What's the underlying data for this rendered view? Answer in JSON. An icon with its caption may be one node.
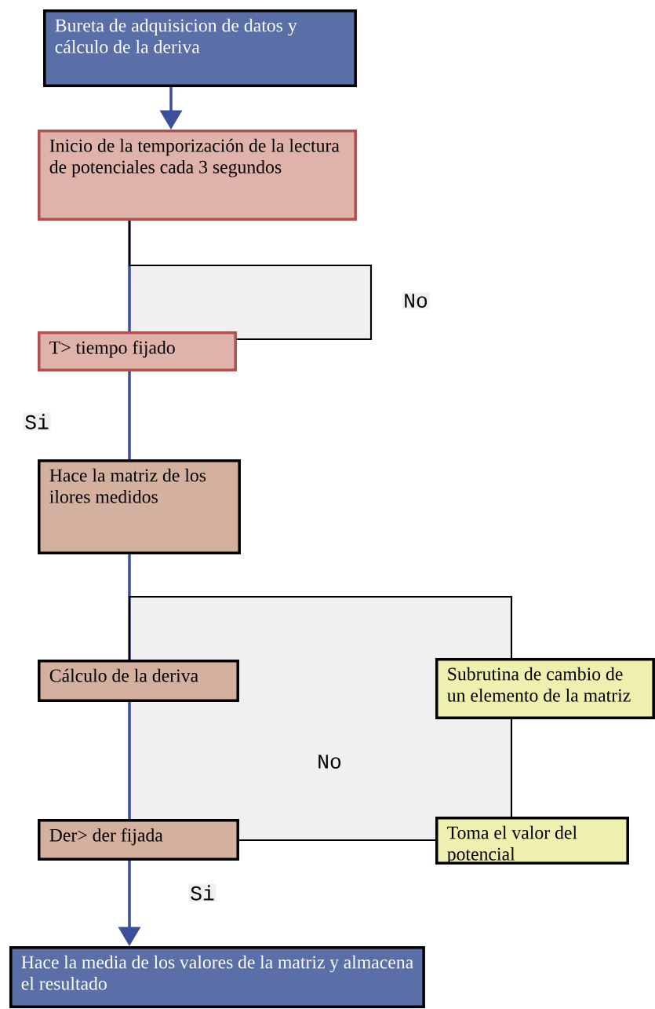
{
  "diagram": {
    "nodes": [
      {
        "text": [
          "Bureta de adquisicion de datos y cálculo de la deriva"
        ]
      },
      {
        "text": [
          "Inicio de la temporización  de la lectura de potenciales cada 3 segundos"
        ]
      },
      {
        "text": [
          "T> tiempo fijado"
        ]
      },
      {
        "text": [
          "Hace la matriz de los ilores medidos"
        ]
      },
      {
        "text": [
          "Cálculo de la deriva"
        ]
      },
      {
        "text": [
          "Subrutina de cambio de un elemento de la matriz"
        ]
      },
      {
        "text": [
          "Der> der fijada"
        ]
      },
      {
        "text": [
          "Toma el valor del potencial"
        ]
      },
      {
        "text": [
          "Hace la media de los valores de la matriz y almacena el resultado"
        ]
      }
    ],
    "edges": [
      {
        "from": 0,
        "to": 1,
        "arrow": "to"
      },
      {
        "from": 1,
        "to": 2,
        "arrow": "none"
      },
      {
        "from": 2,
        "to": 1,
        "arrow": "none",
        "label": "No",
        "color": "#000000"
      },
      {
        "from": 2,
        "to": 3,
        "arrow": "none",
        "label": "Si"
      },
      {
        "from": 3,
        "to": 4,
        "arrow": "none"
      },
      {
        "from": 4,
        "to": 6,
        "arrow": "none"
      },
      {
        "from": 6,
        "to": 7,
        "arrow": "none",
        "label": "No",
        "color": "#000000"
      },
      {
        "from": 7,
        "to": 5,
        "arrow": "none",
        "color": "#000000"
      },
      {
        "from": 5,
        "to": 4,
        "arrow": "none",
        "color": "#000000"
      },
      {
        "from": 6,
        "to": 8,
        "arrow": "to",
        "label": "Si"
      }
    ]
  }
}
